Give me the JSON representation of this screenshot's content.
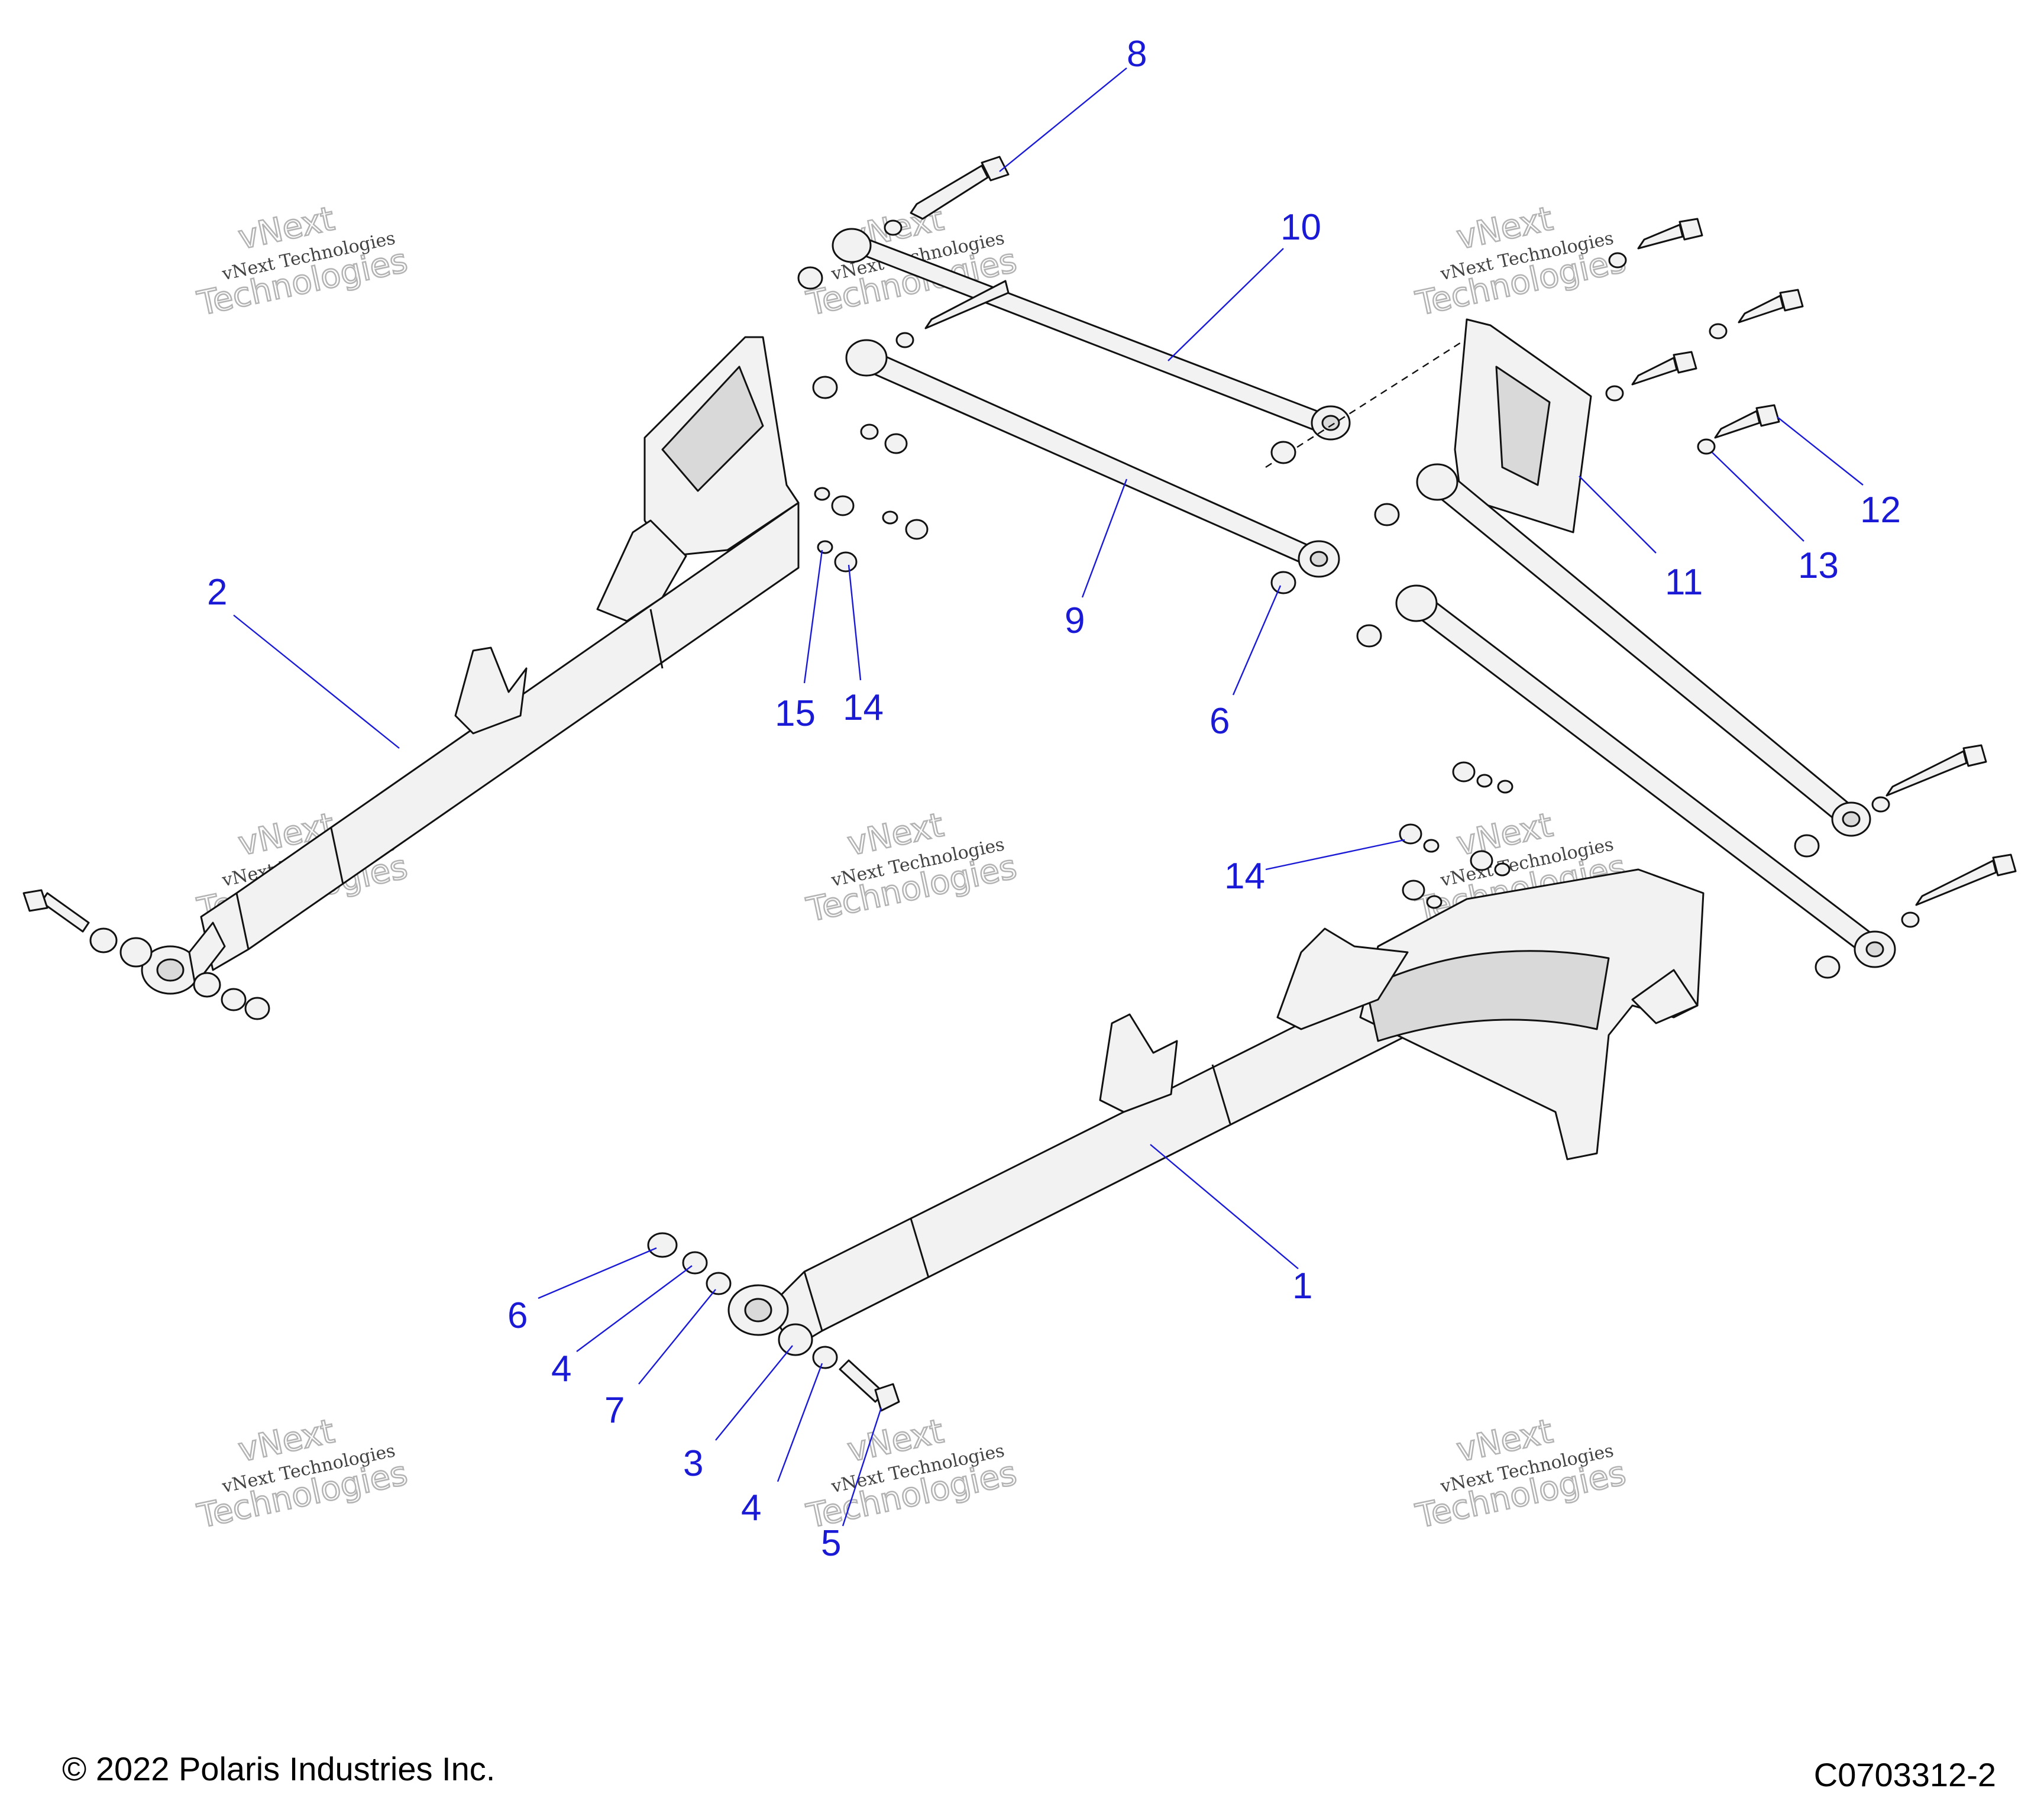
{
  "diagram": {
    "callouts": [
      {
        "id": "c8",
        "label": "8"
      },
      {
        "id": "c10",
        "label": "10"
      },
      {
        "id": "c2",
        "label": "2"
      },
      {
        "id": "c9",
        "label": "9"
      },
      {
        "id": "c11",
        "label": "11"
      },
      {
        "id": "c12",
        "label": "12"
      },
      {
        "id": "c13",
        "label": "13"
      },
      {
        "id": "c15",
        "label": "15"
      },
      {
        "id": "c14a",
        "label": "14"
      },
      {
        "id": "c6a",
        "label": "6"
      },
      {
        "id": "c14b",
        "label": "14"
      },
      {
        "id": "c1",
        "label": "1"
      },
      {
        "id": "c6b",
        "label": "6"
      },
      {
        "id": "c4a",
        "label": "4"
      },
      {
        "id": "c7",
        "label": "7"
      },
      {
        "id": "c3",
        "label": "3"
      },
      {
        "id": "c4b",
        "label": "4"
      },
      {
        "id": "c5",
        "label": "5"
      }
    ],
    "watermark": {
      "line1": "vNext Technologies",
      "line2": "vNext",
      "line3": "Technologies"
    },
    "footer": {
      "copyright": "© 2022 Polaris Industries Inc.",
      "code": "C0703312-2"
    }
  }
}
